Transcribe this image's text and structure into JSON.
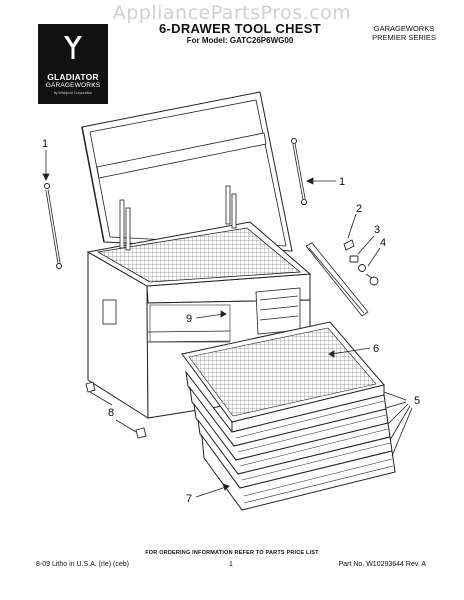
{
  "watermark": "AppliancePartsPros.com",
  "header": {
    "title": "6-DRAWER TOOL CHEST",
    "model": "For Model: GATC26P6WG00",
    "brand_line1": "GARAGEWORKS",
    "brand_line2": "PREMIER SERIES"
  },
  "logo": {
    "word": "GLADIATOR",
    "sub": "GARAGEWORKS",
    "tiny": "by Whirlpool Corporation"
  },
  "callouts": {
    "c1_left": "1",
    "c1_right": "1",
    "c2": "2",
    "c3": "3",
    "c4": "4",
    "c5": "5",
    "c6": "6",
    "c7": "7",
    "c8": "8",
    "c9": "9"
  },
  "footer": {
    "note": "FOR ORDERING INFORMATION REFER TO PARTS PRICE LIST",
    "left": "8-09 Litho in U.S.A. (rle) (ceb)",
    "page": "1",
    "right": "Part No. W10293644 Rev. A"
  }
}
